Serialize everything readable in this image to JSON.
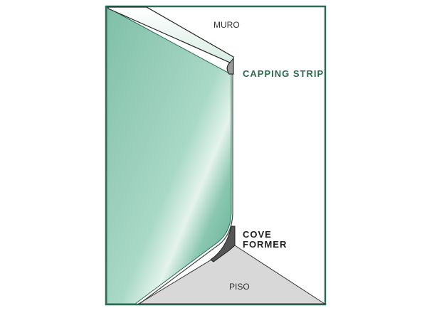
{
  "labels": {
    "wall": "MURO",
    "capping_strip": "CAPPING STRIP",
    "cove_former_line1": "COVE",
    "cove_former_line2": "FORMER",
    "floor": "PISO"
  },
  "colors": {
    "frame": "#2d6b52",
    "panel": "#8fc7b3",
    "floor": "#d8d8d8",
    "cove_former": "#555555",
    "capping_label": "#2a6b4f"
  }
}
